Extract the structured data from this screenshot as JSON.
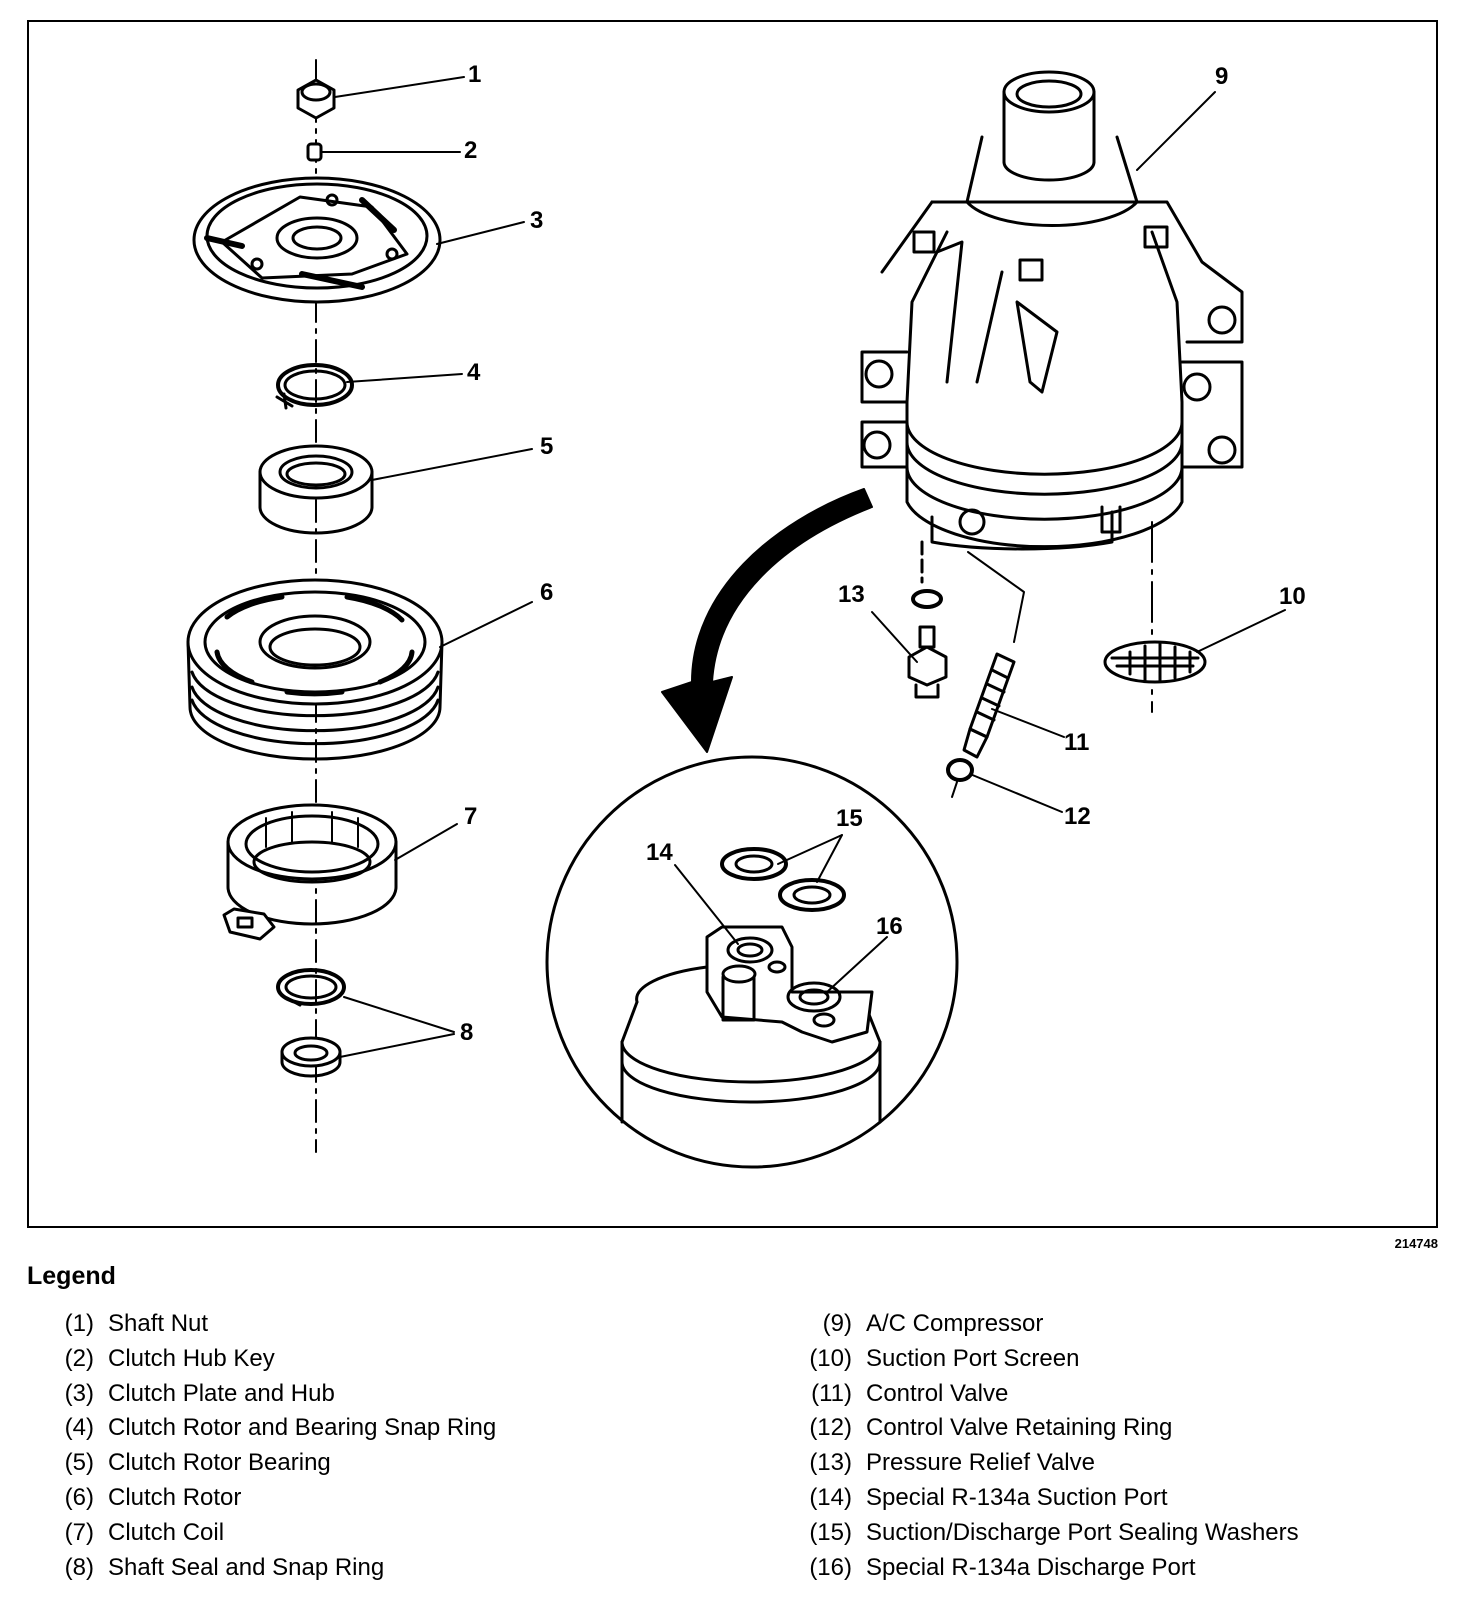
{
  "callouts": {
    "c1": "1",
    "c2": "2",
    "c3": "3",
    "c4": "4",
    "c5": "5",
    "c6": "6",
    "c7": "7",
    "c8": "8",
    "c9": "9",
    "c10": "10",
    "c11": "11",
    "c12": "12",
    "c13": "13",
    "c14": "14",
    "c15": "15",
    "c16": "16"
  },
  "figure_number": "214748",
  "legend": {
    "title": "Legend",
    "left": [
      {
        "num": "(1)",
        "label": "Shaft Nut"
      },
      {
        "num": "(2)",
        "label": "Clutch Hub Key"
      },
      {
        "num": "(3)",
        "label": "Clutch Plate and Hub"
      },
      {
        "num": "(4)",
        "label": "Clutch Rotor and Bearing Snap Ring"
      },
      {
        "num": "(5)",
        "label": "Clutch Rotor Bearing"
      },
      {
        "num": "(6)",
        "label": "Clutch Rotor"
      },
      {
        "num": "(7)",
        "label": "Clutch Coil"
      },
      {
        "num": "(8)",
        "label": "Shaft Seal and Snap Ring"
      }
    ],
    "right": [
      {
        "num": "(9)",
        "label": "A/C Compressor"
      },
      {
        "num": "(10)",
        "label": "Suction Port Screen"
      },
      {
        "num": "(11)",
        "label": "Control Valve"
      },
      {
        "num": "(12)",
        "label": "Control Valve Retaining Ring"
      },
      {
        "num": "(13)",
        "label": "Pressure Relief Valve"
      },
      {
        "num": "(14)",
        "label": "Special R-134a Suction Port"
      },
      {
        "num": "(15)",
        "label": "Suction/Discharge Port Sealing Washers"
      },
      {
        "num": "(16)",
        "label": "Special R-134a Discharge Port"
      }
    ]
  }
}
